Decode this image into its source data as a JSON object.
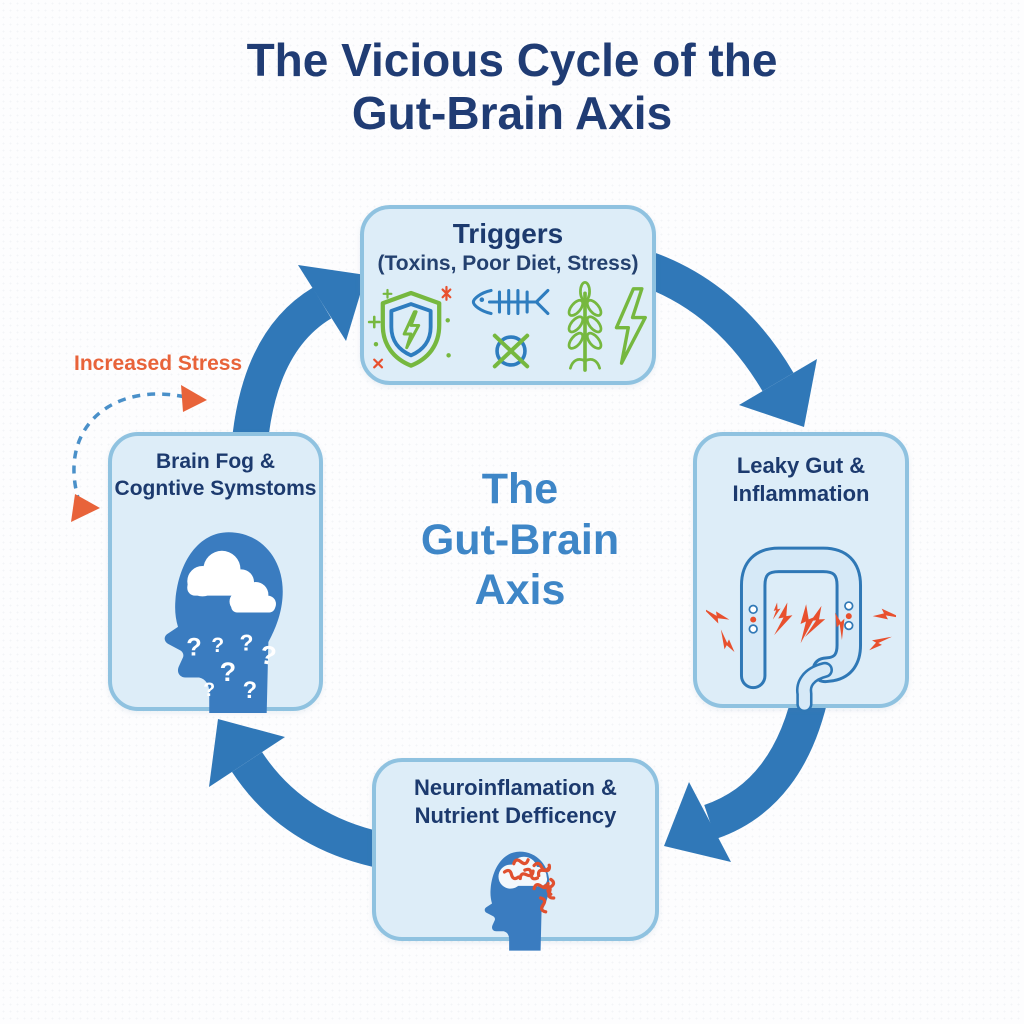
{
  "title": {
    "line1": "The Vicious Cycle of the",
    "line2": "Gut-Brain Axis"
  },
  "center": {
    "line1": "The",
    "line2": "Gut-Brain",
    "line3": "Axis"
  },
  "feedback": {
    "label": "Increased Stress",
    "arrow_style": "dashed-curved-arrow",
    "color": "#e8633a"
  },
  "nodes": {
    "triggers": {
      "title": "Triggers",
      "subtitle": "(Toxins, Poor Diet, Stress)",
      "icons": [
        "shield-lightning-icon",
        "fish-skeleton-icon",
        "crossed-circle-icon",
        "wheat-grain-icon",
        "lightning-bolt-icon"
      ]
    },
    "leaky_gut": {
      "line1": "Leaky Gut &",
      "line2": "Inflammation",
      "icon": "inflamed-intestine-icon"
    },
    "neuro": {
      "line1": "Neuroinflamation &",
      "line2": "Nutrient Defficency",
      "icon": "neuroinflamed-brain-head-icon"
    },
    "brain_fog": {
      "line1": "Brain Fog &",
      "line2": "Cogntive Symstoms",
      "icon": "foggy-mind-head-icon"
    }
  },
  "cycle_arrows": [
    "brain-fog-to-triggers",
    "triggers-to-leaky-gut",
    "leaky-gut-to-neuro",
    "neuro-to-brain-fog"
  ],
  "glyphs": {
    "question_mark": "?"
  },
  "colors": {
    "title_navy": "#203c74",
    "heading_navy": "#1c3a6e",
    "center_blue": "#3e86c7",
    "arrow_blue": "#3078b8",
    "box_fill": "#ddedf8",
    "box_border": "#8fc2e0",
    "accent_orange": "#e8633a",
    "icon_green": "#76b83f",
    "icon_blue": "#2e7dbf",
    "head_blue": "#3a7cc0",
    "bolt_red": "#e8502e"
  }
}
